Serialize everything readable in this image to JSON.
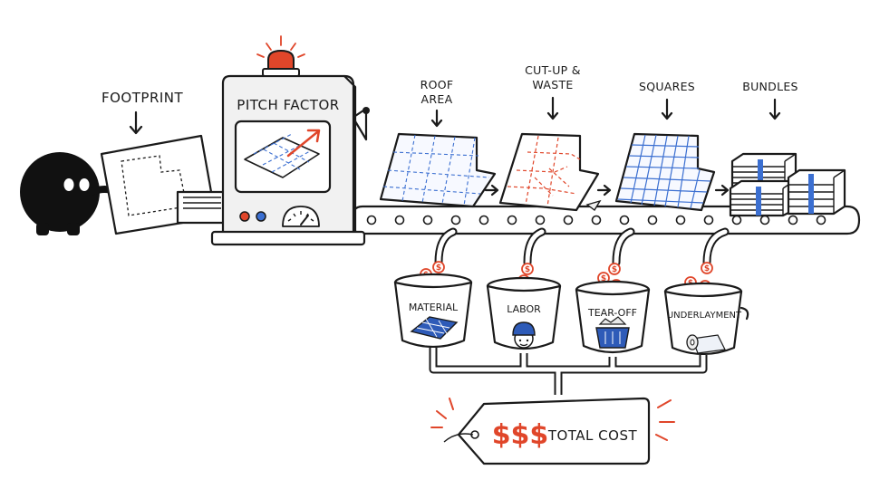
{
  "labels": {
    "footprint": "FOOTPRINT",
    "machine": "PITCH FACTOR",
    "roof_area_line1": "ROOF",
    "roof_area_line2": "AREA",
    "cutup_line1": "CUT-UP &",
    "cutup_line2": "WASTE",
    "squares": "SQUARES",
    "bundles": "BUNDLES"
  },
  "buckets": [
    {
      "label": "MATERIAL",
      "icon": "shingles-icon"
    },
    {
      "label": "LABOR",
      "icon": "worker-hardhat-icon"
    },
    {
      "label": "TEAR-OFF",
      "icon": "debris-bin-icon"
    },
    {
      "label": "UNDERLAYMENT",
      "icon": "underlayment-roll-icon"
    }
  ],
  "coin_symbol": "$",
  "tag": {
    "symbol": "$$$",
    "label": "TOTAL COST"
  },
  "colors": {
    "ink": "#1a1a1a",
    "accent_red": "#e0462a",
    "grid_blue": "#3b6fd1"
  }
}
